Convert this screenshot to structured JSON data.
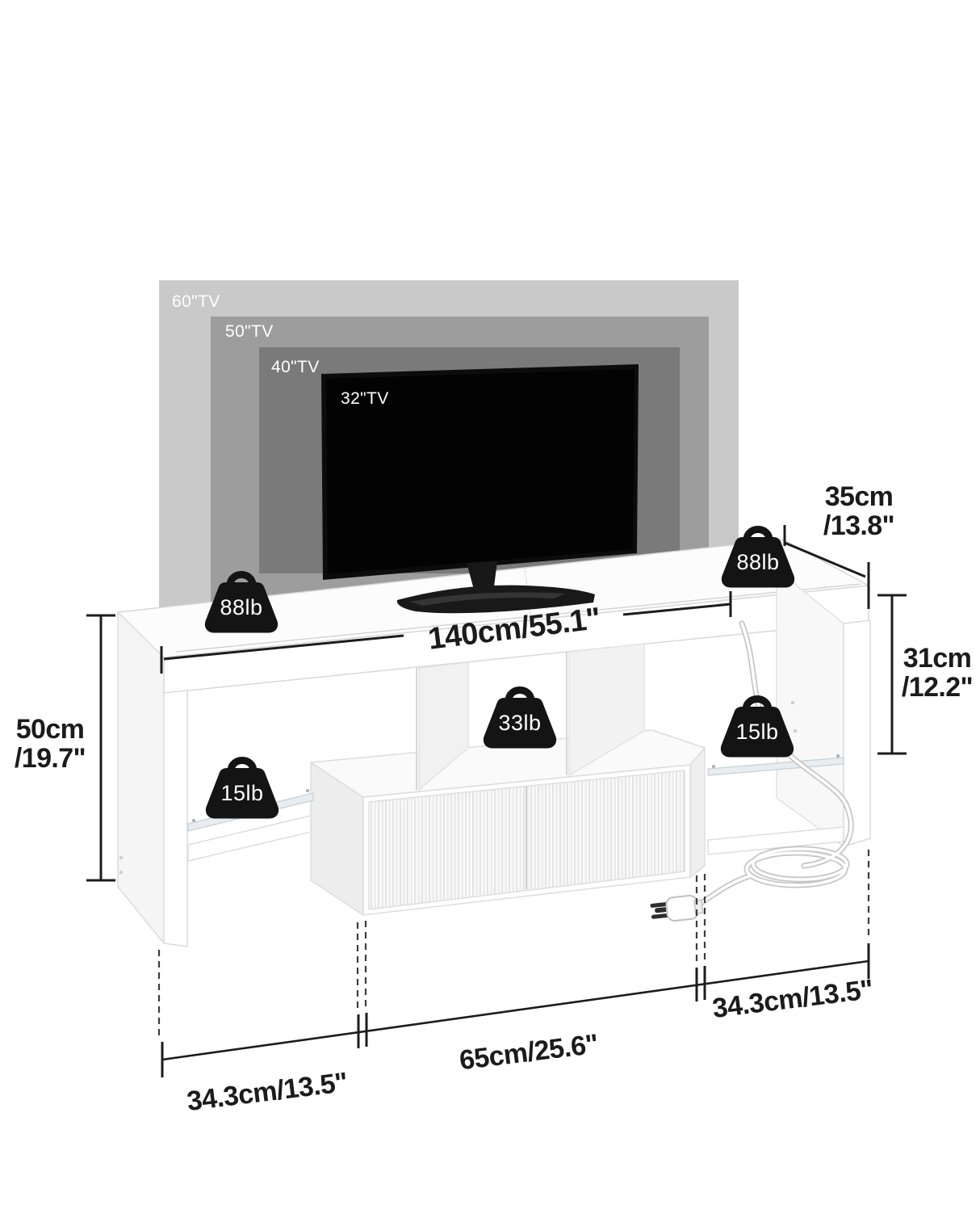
{
  "diagram": {
    "title": "TV stand dimension diagram",
    "tv_sizes": [
      "60\"TV",
      "50\"TV",
      "40\"TV",
      "32\"TV"
    ],
    "weight_capacities": {
      "top_left": "88lb",
      "top_right": "88lb",
      "middle_shelf": "33lb",
      "left_glass_shelf": "15lb",
      "right_glass_shelf": "15lb"
    },
    "dimensions": {
      "total_width": "140cm/55.1\"",
      "depth": [
        "35cm",
        "/13.8\""
      ],
      "total_height": [
        "50cm",
        "/19.7\""
      ],
      "open_compartment_height": [
        "31cm",
        "/12.2\""
      ],
      "bottom_left_width": "34.3cm/13.5\"",
      "cabinet_width": "65cm/25.6\"",
      "bottom_right_width": "34.3cm/13.5\""
    },
    "colors": {
      "badge": "#141414",
      "dimension_line": "#1c1c1c",
      "tv_60_bg": "#c9c9c9",
      "tv_50_bg": "#9d9d9d",
      "tv_40_bg": "#7a7a7a",
      "tv_screen": "#050505",
      "furniture_fill": "#ffffff",
      "furniture_edge": "#dcdcdc",
      "glass_shelf": "#e7edf0"
    }
  }
}
